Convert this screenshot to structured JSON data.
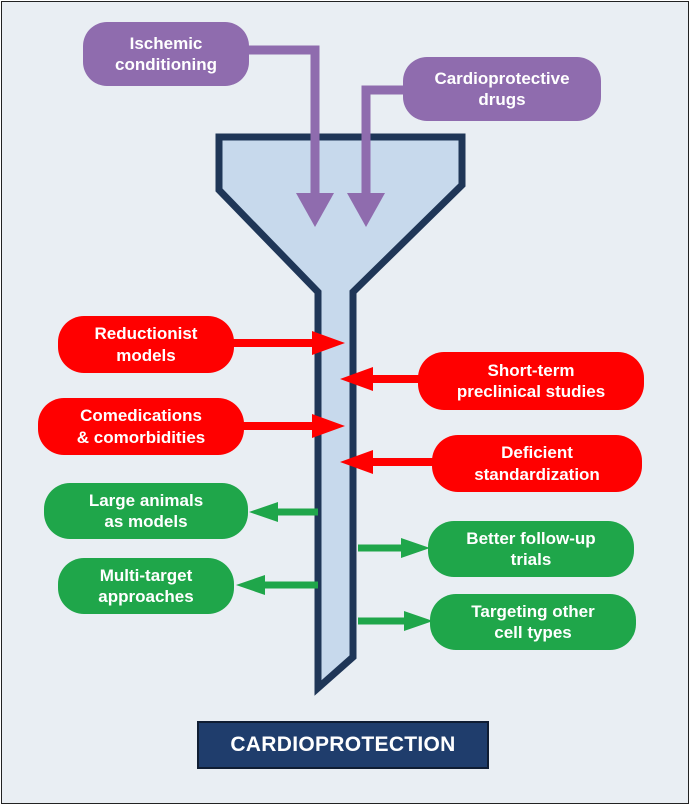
{
  "colors": {
    "frame_bg": "#e9eef3",
    "funnel_fill": "#c7d9ec",
    "funnel_stroke": "#1f3657",
    "purple": "#8f6cae",
    "red": "#ff0000",
    "green": "#1fa64a",
    "title_bg": "#1f3d6c"
  },
  "inputs": {
    "ischemic": "Ischemic\nconditioning",
    "drugs": "Cardioprotective\ndrugs"
  },
  "barriers": {
    "reductionist": "Reductionist\nmodels",
    "short_term": "Short-term\npreclinical studies",
    "comedications": "Comedications\n& comorbidities",
    "deficient": "Deficient\nstandardization"
  },
  "solutions": {
    "large_animals": "Large animals\nas models",
    "better_followup": "Better follow-up\ntrials",
    "multi_target": "Multi-target\napproaches",
    "targeting_cells": "Targeting other\ncell types"
  },
  "output": {
    "title": "CARDIOPROTECTION"
  }
}
